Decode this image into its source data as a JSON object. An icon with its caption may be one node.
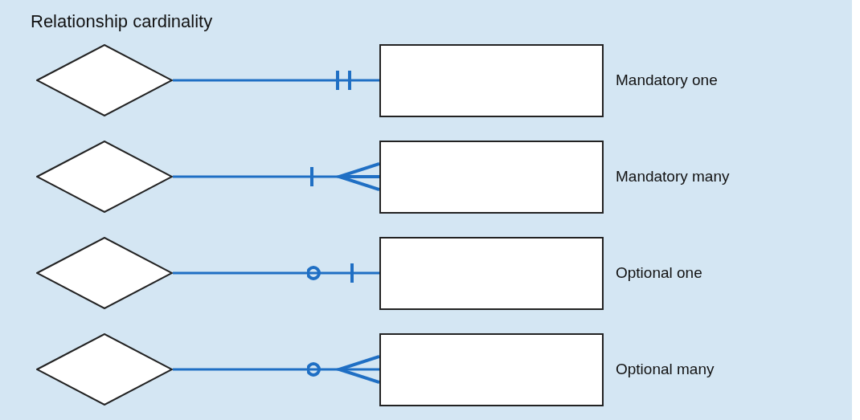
{
  "diagram": {
    "title": "Relationship cardinality",
    "nodes": [
      {
        "text": [],
        "shape": "diamond"
      },
      {
        "text": [],
        "shape": "box",
        "beside": [
          "Mandatory one"
        ]
      },
      {
        "text": [],
        "shape": "diamond"
      },
      {
        "text": [],
        "shape": "box",
        "beside": [
          "Mandatory many"
        ]
      },
      {
        "text": [],
        "shape": "diamond"
      },
      {
        "text": [],
        "shape": "box",
        "beside": [
          "Optional one"
        ]
      },
      {
        "text": [],
        "shape": "diamond"
      },
      {
        "text": [],
        "shape": "box",
        "beside": [
          "Optional many"
        ]
      }
    ],
    "edges": [
      {
        "from": 0,
        "to": 1,
        "arrow": "other"
      },
      {
        "from": 2,
        "to": 3,
        "arrow": "other"
      },
      {
        "from": 4,
        "to": 5,
        "arrow": "other"
      },
      {
        "from": 6,
        "to": 7,
        "arrow": "other"
      }
    ]
  }
}
